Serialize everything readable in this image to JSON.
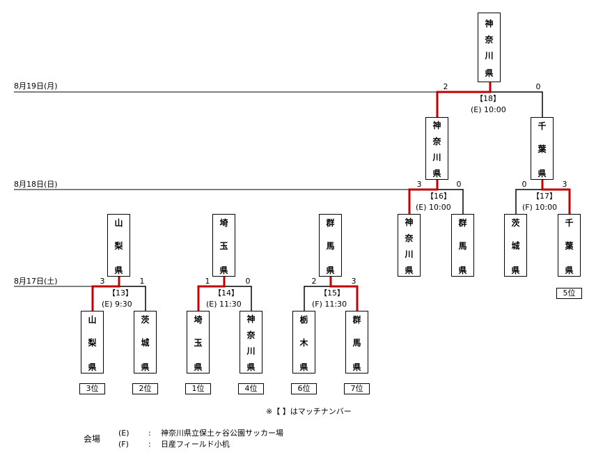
{
  "dates": {
    "d19": "8月19日(月)",
    "d18": "8月18日(日)",
    "d17": "8月17日(土)"
  },
  "teams": {
    "final_winner": [
      "神",
      "奈",
      "川",
      "県"
    ],
    "sf_kanagawa": [
      "神",
      "奈",
      "川",
      "県"
    ],
    "sf_chiba": [
      "千",
      "葉",
      "県"
    ],
    "qf_kanagawa": [
      "神",
      "奈",
      "川",
      "県"
    ],
    "qf_gunma": [
      "群",
      "馬",
      "県"
    ],
    "qf_ibaraki": [
      "茨",
      "城",
      "県"
    ],
    "qf_chiba": [
      "千",
      "葉",
      "県"
    ],
    "r1_yamanashi": [
      "山",
      "梨",
      "県"
    ],
    "r1_saitama": [
      "埼",
      "玉",
      "県"
    ],
    "r1_gunma": [
      "群",
      "馬",
      "県"
    ],
    "b_yamanashi": [
      "山",
      "梨",
      "県"
    ],
    "b_ibaraki": [
      "茨",
      "城",
      "県"
    ],
    "b_saitama": [
      "埼",
      "玉",
      "県"
    ],
    "b_kanagawa": [
      "神",
      "奈",
      "川",
      "県"
    ],
    "b_tochigi": [
      "栃",
      "木",
      "県"
    ],
    "b_gunma": [
      "群",
      "馬",
      "県"
    ]
  },
  "matches": {
    "m18": {
      "no": "【18】",
      "info": "(E)  10:00",
      "left": "2",
      "right": "0"
    },
    "m16": {
      "no": "【16】",
      "info": "(E)  10:00",
      "left": "3",
      "right": "0"
    },
    "m17": {
      "no": "【17】",
      "info": "(F)  10:00",
      "left": "0",
      "right": "3"
    },
    "m13": {
      "no": "【13】",
      "info": "(E)  9:30",
      "left": "3",
      "right": "1"
    },
    "m14": {
      "no": "【14】",
      "info": "(E)  11:30",
      "left": "1",
      "right": "0"
    },
    "m15": {
      "no": "【15】",
      "info": "(F)  11:30",
      "left": "2",
      "right": "3"
    }
  },
  "ranks": {
    "r1": "3位",
    "r2": "2位",
    "r3": "1位",
    "r4": "4位",
    "r5": "6位",
    "r6": "7位",
    "r7": "5位"
  },
  "note": "※【  】はマッチナンバー",
  "venue": {
    "label": "会場",
    "e_code": "(E)",
    "e_sep": ":",
    "e_name": "神奈川県立保土ヶ谷公園サッカー場",
    "f_code": "(F)",
    "f_sep": ":",
    "f_name": "日産フィールド小机"
  },
  "colors": {
    "winner_line": "#c00000",
    "line": "#000000"
  }
}
